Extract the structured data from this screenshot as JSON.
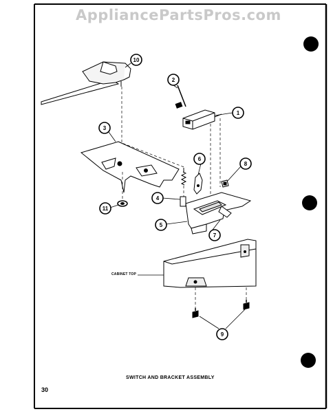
{
  "watermark": "AppliancePartsPros.com",
  "caption": "SWITCH AND BRACKET ASSEMBLY",
  "page_number": "30",
  "callouts": [
    "10",
    "2",
    "1",
    "3",
    "6",
    "8",
    "4",
    "11",
    "5",
    "7",
    "9"
  ],
  "cabinet_label": "CABINET TOP"
}
